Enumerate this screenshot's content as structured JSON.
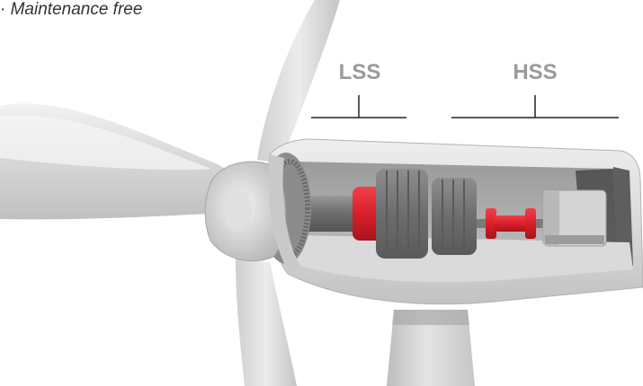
{
  "caption": "· Maintenance free",
  "labels": {
    "lss": "LSS",
    "hss": "HSS"
  },
  "colors": {
    "background": "#ffffff",
    "label_text": "#9a9a9a",
    "caption_text": "#333333",
    "housing": "#d9d9d9",
    "shaft": "#7a7a7a",
    "accent_red": "#d8202a"
  }
}
